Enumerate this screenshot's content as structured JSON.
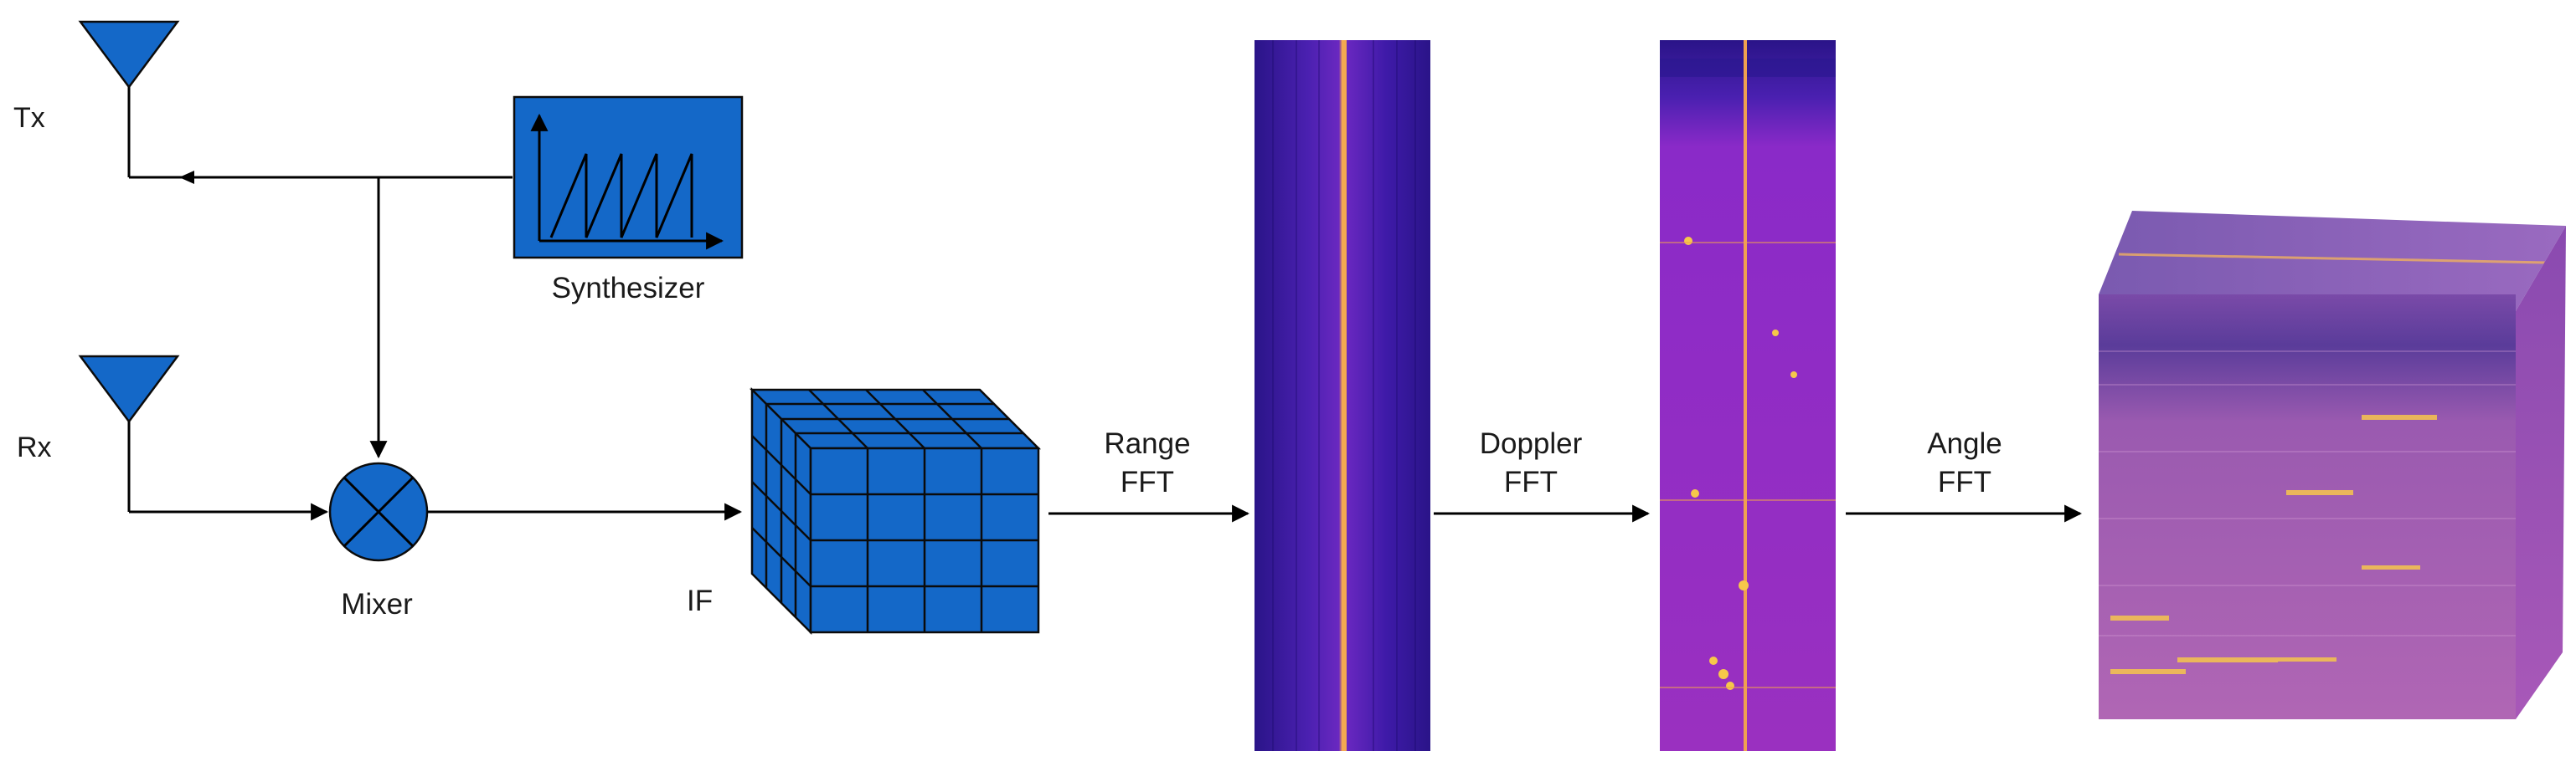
{
  "labels": {
    "tx": "Tx",
    "rx": "Rx",
    "synthesizer": "Synthesizer",
    "mixer": "Mixer",
    "if": "IF",
    "range_1": "Range",
    "range_2": "FFT",
    "doppler_1": "Doppler",
    "doppler_2": "FFT",
    "angle_1": "Angle",
    "angle_2": "FFT"
  },
  "colors": {
    "block_blue": "#1468c8",
    "heatmap_dark": "#3a1b9e",
    "heatmap_mid": "#8a2ac8",
    "heatmap_hot": "#f6c84a"
  }
}
